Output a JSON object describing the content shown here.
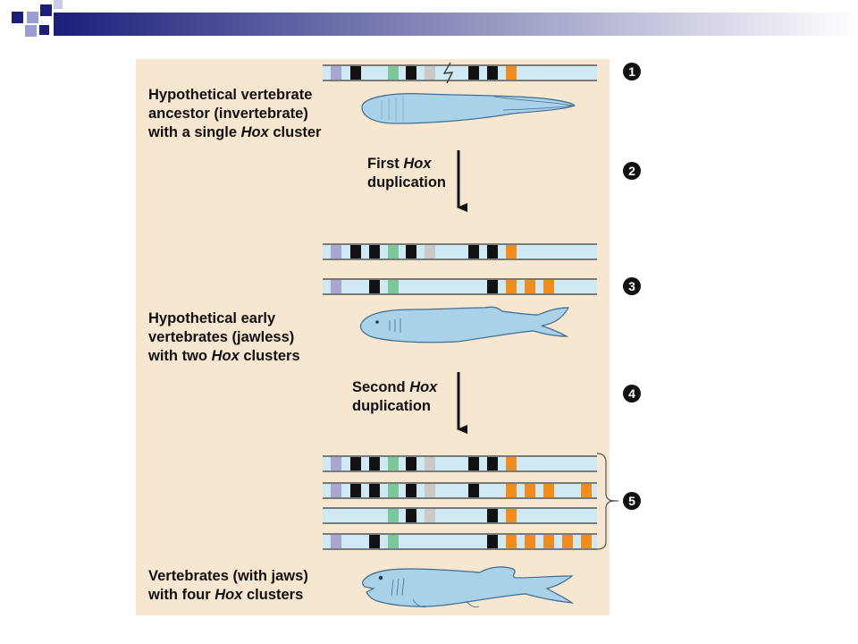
{
  "colors": {
    "chromosome": "#cfeaf5",
    "outline": "#3a3a3a",
    "panel": "#f7e6d0",
    "gene_lavender": "#a9a6cf",
    "gene_black": "#111111",
    "gene_green": "#7cc79a",
    "gene_gray": "#c9c9c9",
    "gene_orange": "#f28c1c",
    "fish_fill": "#a9d2ea",
    "deco_navy": "#1b1f7a",
    "deco_lavender": "#9b9ed4"
  },
  "labels": {
    "ancestor": [
      {
        "pre": "Hypothetical vertebrate",
        "em": "",
        "post": ""
      },
      {
        "pre": "ancestor (invertebrate)",
        "em": "",
        "post": ""
      },
      {
        "pre": "with a single ",
        "em": "Hox",
        "post": " cluster"
      }
    ],
    "first_dup": [
      {
        "pre": "First ",
        "em": "Hox",
        "post": ""
      },
      {
        "pre": "duplication",
        "em": "",
        "post": ""
      }
    ],
    "early": [
      {
        "pre": "Hypothetical early",
        "em": "",
        "post": ""
      },
      {
        "pre": "vertebrates (jawless)",
        "em": "",
        "post": ""
      },
      {
        "pre": "with two ",
        "em": "Hox",
        "post": " clusters"
      }
    ],
    "second_dup": [
      {
        "pre": "Second ",
        "em": "Hox",
        "post": ""
      },
      {
        "pre": "duplication",
        "em": "",
        "post": ""
      }
    ],
    "jawed": [
      {
        "pre": "Vertebrates (with jaws)",
        "em": "",
        "post": ""
      },
      {
        "pre": "with four ",
        "em": "Hox",
        "post": " clusters"
      }
    ]
  },
  "steps": [
    "1",
    "2",
    "3",
    "4",
    "5"
  ],
  "clusters": {
    "ancestor": [
      [
        "lavender",
        "black",
        "green",
        "black",
        "gray",
        "break",
        "black",
        "black",
        "orange"
      ]
    ],
    "two": [
      [
        "lavender",
        "black",
        "black",
        "green",
        "black",
        "gray",
        "black",
        "black",
        "orange"
      ],
      [
        "lavender",
        "black",
        "green",
        "black",
        "orange",
        "orange",
        "orange"
      ]
    ],
    "four": [
      [
        "lavender",
        "black",
        "black",
        "green",
        "black",
        "gray",
        "black",
        "black",
        "orange"
      ],
      [
        "lavender",
        "black",
        "black",
        "green",
        "black",
        "gray",
        "black",
        "orange",
        "orange",
        "orange",
        "orange"
      ],
      [
        "green",
        "black",
        "gray",
        "black",
        "orange"
      ],
      [
        "lavender",
        "black",
        "green",
        "black",
        "orange",
        "orange",
        "orange",
        "orange",
        "orange"
      ]
    ]
  }
}
